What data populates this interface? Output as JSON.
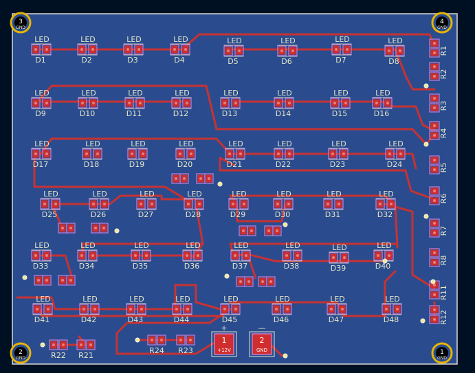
{
  "colors": {
    "background": "#001023",
    "board": "#2a4c8e",
    "outline": "#d8d8d8",
    "trace": "#c83232",
    "pad": "#d02e2e",
    "pad_outline": "#c97fd6",
    "silk": "#e6e6c8",
    "via": "#f0e8a0",
    "hole_ring": "#e6b400",
    "text_white": "#ffffff"
  },
  "header_labels": {
    "led": "LED"
  },
  "leds": [
    {
      "name": "D1"
    },
    {
      "name": "D2"
    },
    {
      "name": "D3"
    },
    {
      "name": "D4"
    },
    {
      "name": "D5"
    },
    {
      "name": "D6"
    },
    {
      "name": "D7"
    },
    {
      "name": "D8"
    },
    {
      "name": "D9"
    },
    {
      "name": "D10"
    },
    {
      "name": "D11"
    },
    {
      "name": "D12"
    },
    {
      "name": "D13"
    },
    {
      "name": "D14"
    },
    {
      "name": "D15"
    },
    {
      "name": "D16"
    },
    {
      "name": "D17"
    },
    {
      "name": "D18"
    },
    {
      "name": "D19"
    },
    {
      "name": "D20"
    },
    {
      "name": "D21"
    },
    {
      "name": "D22"
    },
    {
      "name": "D23"
    },
    {
      "name": "D24"
    },
    {
      "name": "D25"
    },
    {
      "name": "D26"
    },
    {
      "name": "D27"
    },
    {
      "name": "D28"
    },
    {
      "name": "D29"
    },
    {
      "name": "D30"
    },
    {
      "name": "D31"
    },
    {
      "name": "D32"
    },
    {
      "name": "D33"
    },
    {
      "name": "D34"
    },
    {
      "name": "D35"
    },
    {
      "name": "D36"
    },
    {
      "name": "D37"
    },
    {
      "name": "D38"
    },
    {
      "name": "D39"
    },
    {
      "name": "D40"
    },
    {
      "name": "D41"
    },
    {
      "name": "D42"
    },
    {
      "name": "D43"
    },
    {
      "name": "D44"
    },
    {
      "name": "D45"
    },
    {
      "name": "D46"
    },
    {
      "name": "D47"
    },
    {
      "name": "D48"
    }
  ],
  "resistors": [
    {
      "name": "R1"
    },
    {
      "name": "R2"
    },
    {
      "name": "R3"
    },
    {
      "name": "R4"
    },
    {
      "name": "R5"
    },
    {
      "name": "R6"
    },
    {
      "name": "R7"
    },
    {
      "name": "R8"
    },
    {
      "name": "R11"
    },
    {
      "name": "R12"
    },
    {
      "name": "R21"
    },
    {
      "name": "R22"
    },
    {
      "name": "R23"
    },
    {
      "name": "R24"
    }
  ],
  "connector": {
    "plus_sign": "+",
    "minus_sign": "—",
    "pin1_number": "1",
    "pin1_label": "+12V",
    "pin2_number": "2",
    "pin2_label": "GND"
  },
  "mounting_holes": [
    {
      "number": "3",
      "label": "GND"
    },
    {
      "number": "4",
      "label": "GND"
    },
    {
      "number": "2",
      "label": "GND"
    },
    {
      "number": "1",
      "label": "GND"
    }
  ]
}
